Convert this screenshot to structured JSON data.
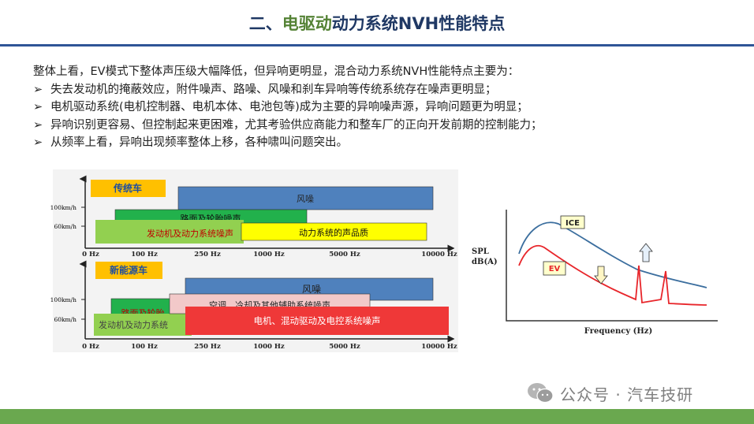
{
  "title": {
    "part1": "二、",
    "part2": "电驱动",
    "part3": "动力系统NVH性能特点"
  },
  "intro": "整体上看，EV模式下整体声压级大幅降低，但异响更明显，混合动力系统NVH性能特点主要为：",
  "bullets": [
    "失去发动机的掩蔽效应，附件噪声、路噪、风噪和刹车异响等传统系统存在噪声更明显；",
    "电机驱动系统(电机控制器、电机本体、电池包等)成为主要的异响噪声源，异响问题更为明显；",
    "异响识别更容易、但控制起来更困难，尤其考验供应商能力和整车厂的正向开发前期的控制能力；",
    "从频率上看，异响出现频率整体上移，各种啸叫问题突出。"
  ],
  "bullet_icon": "arrow-bullet-icon",
  "noise_chart": {
    "speed_labels": [
      "100km/h",
      "60km/h"
    ],
    "freq_ticks": [
      "0 Hz",
      "100 Hz",
      "250 Hz",
      "1000 Hz",
      "5000 Hz",
      "10000 Hz"
    ],
    "conventional": {
      "label": "传统车",
      "bands": {
        "wind": "风噪",
        "road": "路面及轮胎噪声",
        "engine": "发动机及动力系统噪声",
        "powertrain": "动力系统的声品质"
      }
    },
    "nev": {
      "label": "新能源车",
      "bands": {
        "wind": "风噪",
        "road": "路面及轮胎",
        "aux": "空调、冷却及其他辅助系统噪声",
        "engine": "发动机及动力系统",
        "motor": "电机、混动驱动及电控系统噪声"
      }
    },
    "colors": {
      "blue": "#4f81bd",
      "green": "#22b14c",
      "light_green": "#92d050",
      "yellow": "#ffff00",
      "pink": "#f2c9c9",
      "red": "#ef3838",
      "label_bg": "#ffc000"
    }
  },
  "spl_chart": {
    "y_label_1": "SPL",
    "y_label_2": "dB(A)",
    "x_label": "Frequency (Hz)",
    "series": [
      "ICE",
      "EV"
    ],
    "colors": {
      "ICE": "#3b6e9e",
      "EV": "#e8262b",
      "ice_label_bg": "#ffffcc",
      "ev_label_bg": "#ffffcc"
    }
  },
  "watermark": {
    "label": "公众号 · 汽车技研",
    "icon": "wechat-icon"
  }
}
